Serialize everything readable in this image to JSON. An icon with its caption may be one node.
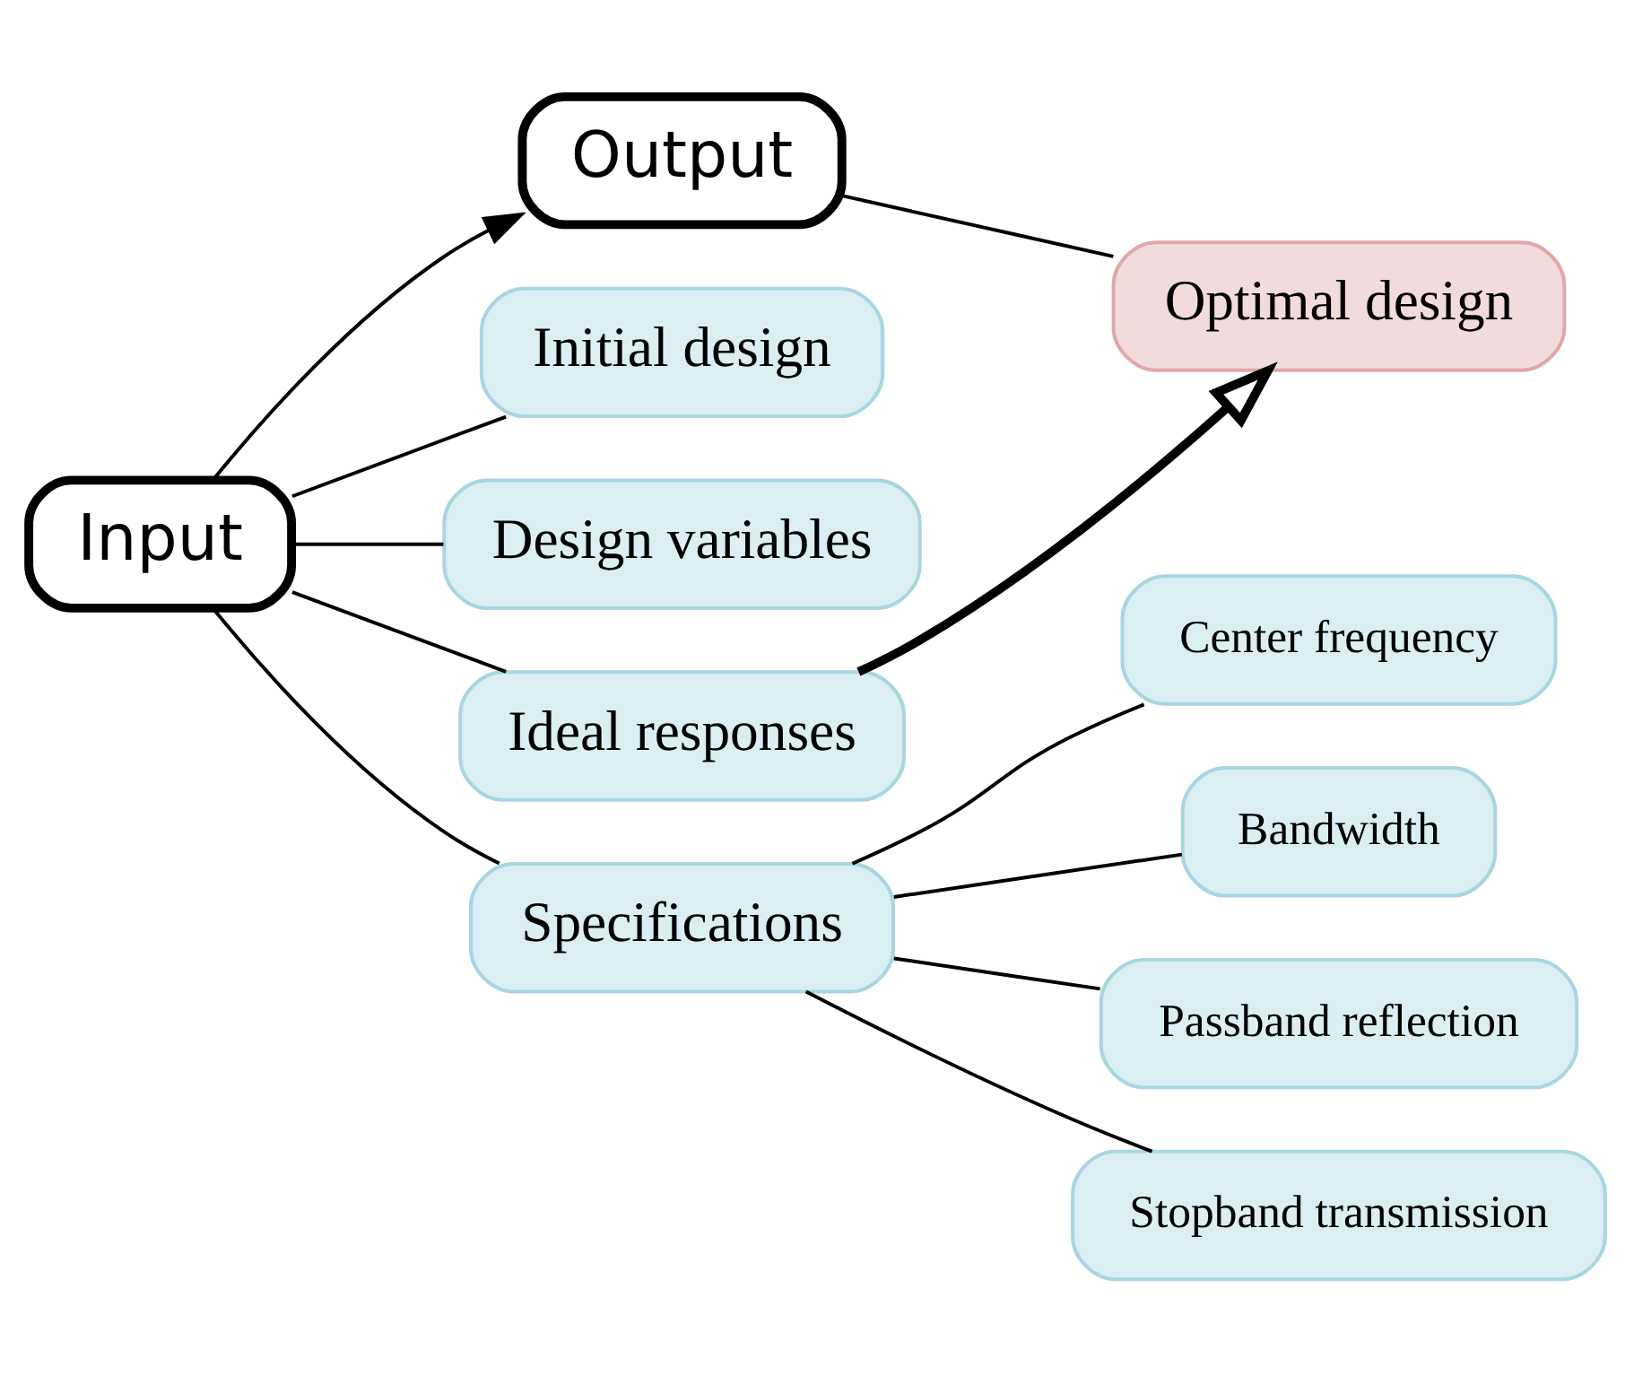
{
  "diagram": {
    "nodes": [
      {
        "text": [
          "Input"
        ]
      },
      {
        "text": [
          "Output"
        ]
      },
      {
        "text": [
          "Initial design"
        ]
      },
      {
        "text": [
          "Design variables"
        ]
      },
      {
        "text": [
          "Ideal responses"
        ]
      },
      {
        "text": [
          "Specifications"
        ]
      },
      {
        "text": [
          "Center frequency"
        ]
      },
      {
        "text": [
          "Bandwidth"
        ]
      },
      {
        "text": [
          "Passband reflection"
        ]
      },
      {
        "text": [
          "Stopband transmission"
        ]
      },
      {
        "text": [
          "Optimal design"
        ]
      }
    ],
    "edges": [
      {
        "from": 0,
        "to": 1,
        "arrow": "to"
      },
      {
        "from": 0,
        "to": 2,
        "arrow": "none"
      },
      {
        "from": 0,
        "to": 3,
        "arrow": "none"
      },
      {
        "from": 0,
        "to": 4,
        "arrow": "none"
      },
      {
        "from": 0,
        "to": 5,
        "arrow": "none"
      },
      {
        "from": 5,
        "to": 6,
        "arrow": "none"
      },
      {
        "from": 5,
        "to": 7,
        "arrow": "none"
      },
      {
        "from": 5,
        "to": 8,
        "arrow": "none"
      },
      {
        "from": 5,
        "to": 9,
        "arrow": "none"
      },
      {
        "from": 4,
        "to": 10,
        "arrow": "to",
        "style": "thick"
      },
      {
        "from": 1,
        "to": 10,
        "arrow": "none"
      }
    ]
  }
}
